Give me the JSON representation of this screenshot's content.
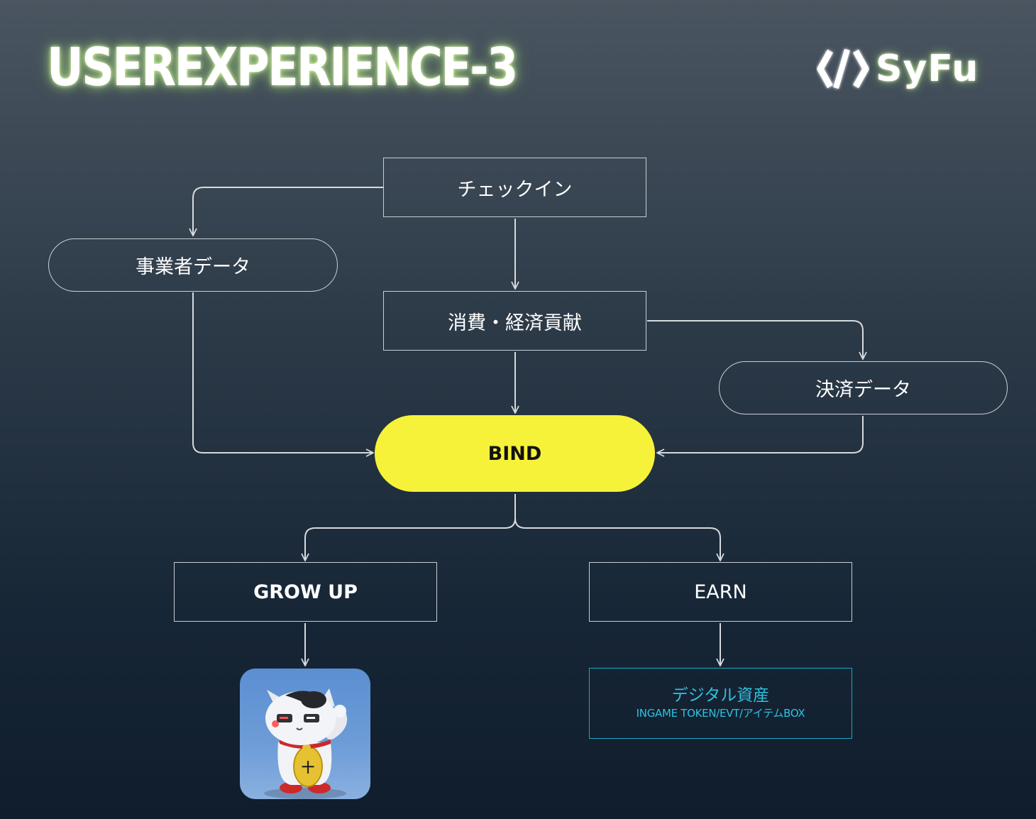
{
  "header": {
    "title": "USEREXPERIENCE-3",
    "logo_text": "SyFu"
  },
  "nodes": {
    "checkin": "チェックイン",
    "operator_data": "事業者データ",
    "consumption": "消費・経済貢献",
    "payment_data": "決済データ",
    "bind": "BIND",
    "grow_up": "GROW UP",
    "earn": "EARN",
    "digital_assets": "デジタル資産",
    "digital_assets_sub": "INGAME TOKEN/EVT/アイテムBOX"
  },
  "colors": {
    "bind_fill": "#f6f23a",
    "asset_accent": "#2fc1e0",
    "connector": "#d6dade"
  },
  "icons": {
    "logo_mark": "syfu-logo-icon",
    "mascot": "lucky-cat-mascot-icon"
  }
}
